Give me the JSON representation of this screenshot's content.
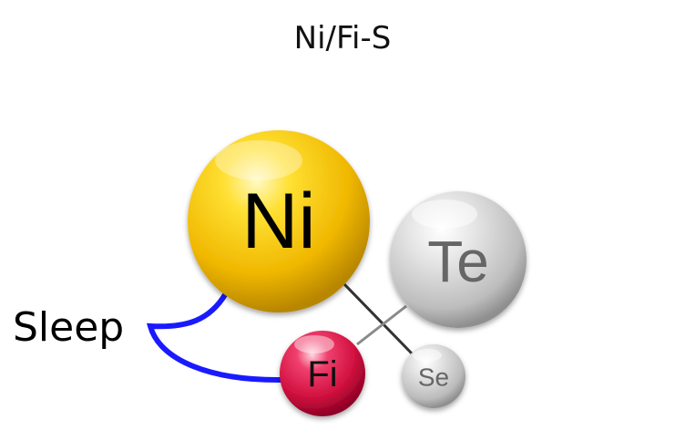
{
  "title": "Ni/Fi-S",
  "side_label": "Sleep",
  "nodes": [
    {
      "id": "ni",
      "label": "Ni",
      "color": "#f2c200"
    },
    {
      "id": "te",
      "label": "Te",
      "color": "#c8c8c8"
    },
    {
      "id": "fi",
      "label": "Fi",
      "color": "#d81b4a"
    },
    {
      "id": "se",
      "label": "Se",
      "color": "#c8c8c8"
    }
  ],
  "colors": {
    "loop": "#1a1aff",
    "connector_dark": "#333333",
    "connector_light": "#8a8a8a"
  }
}
